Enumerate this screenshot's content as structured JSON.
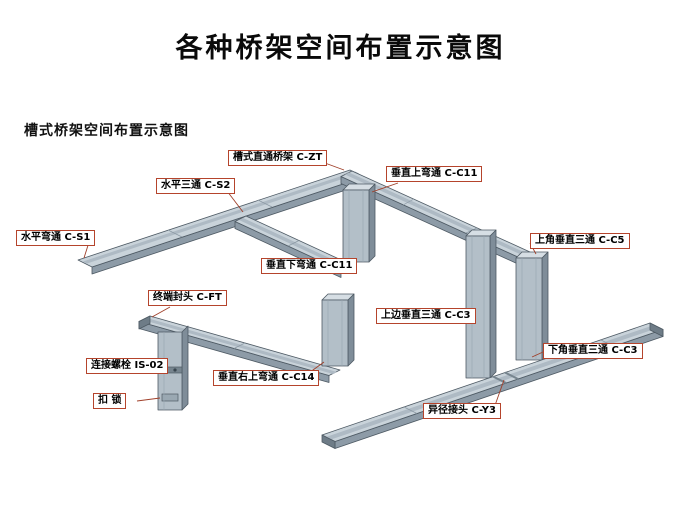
{
  "page": {
    "title": "各种桥架空间布置示意图",
    "subtitle": "槽式桥架空间布置示意图"
  },
  "colors": {
    "label_border": "#b5442c",
    "leader_line": "#a0402a",
    "tray_top": "#c9d3da",
    "tray_side": "#8d9ba7"
  },
  "labels": [
    {
      "text": "槽式直通桥架 C-ZT",
      "part": "trough straight tray section"
    },
    {
      "text": "水平三通 C-S2",
      "part": "horizontal tee"
    },
    {
      "text": "垂直上弯通 C-C11",
      "part": "vertical upward bend"
    },
    {
      "text": "水平弯通 C-S1",
      "part": "horizontal elbow"
    },
    {
      "text": "上角垂直三通 C-C5",
      "part": "upper-corner vertical tee"
    },
    {
      "text": "垂直下弯通 C-C11",
      "part": "vertical downward bend"
    },
    {
      "text": "终端封头 C-FT",
      "part": "end cap"
    },
    {
      "text": "上边垂直三通 C-C3",
      "part": "upper-side vertical tee"
    },
    {
      "text": "连接螺栓 IS-02",
      "part": "connecting bolt"
    },
    {
      "text": "垂直右上弯通 C-C14",
      "part": "vertical right-up bend"
    },
    {
      "text": "下角垂直三通 C-C3",
      "part": "lower-corner vertical tee"
    },
    {
      "text": "扣 锁",
      "part": "lock clasp"
    },
    {
      "text": "异径接头 C-Y3",
      "part": "reducing joint"
    }
  ]
}
